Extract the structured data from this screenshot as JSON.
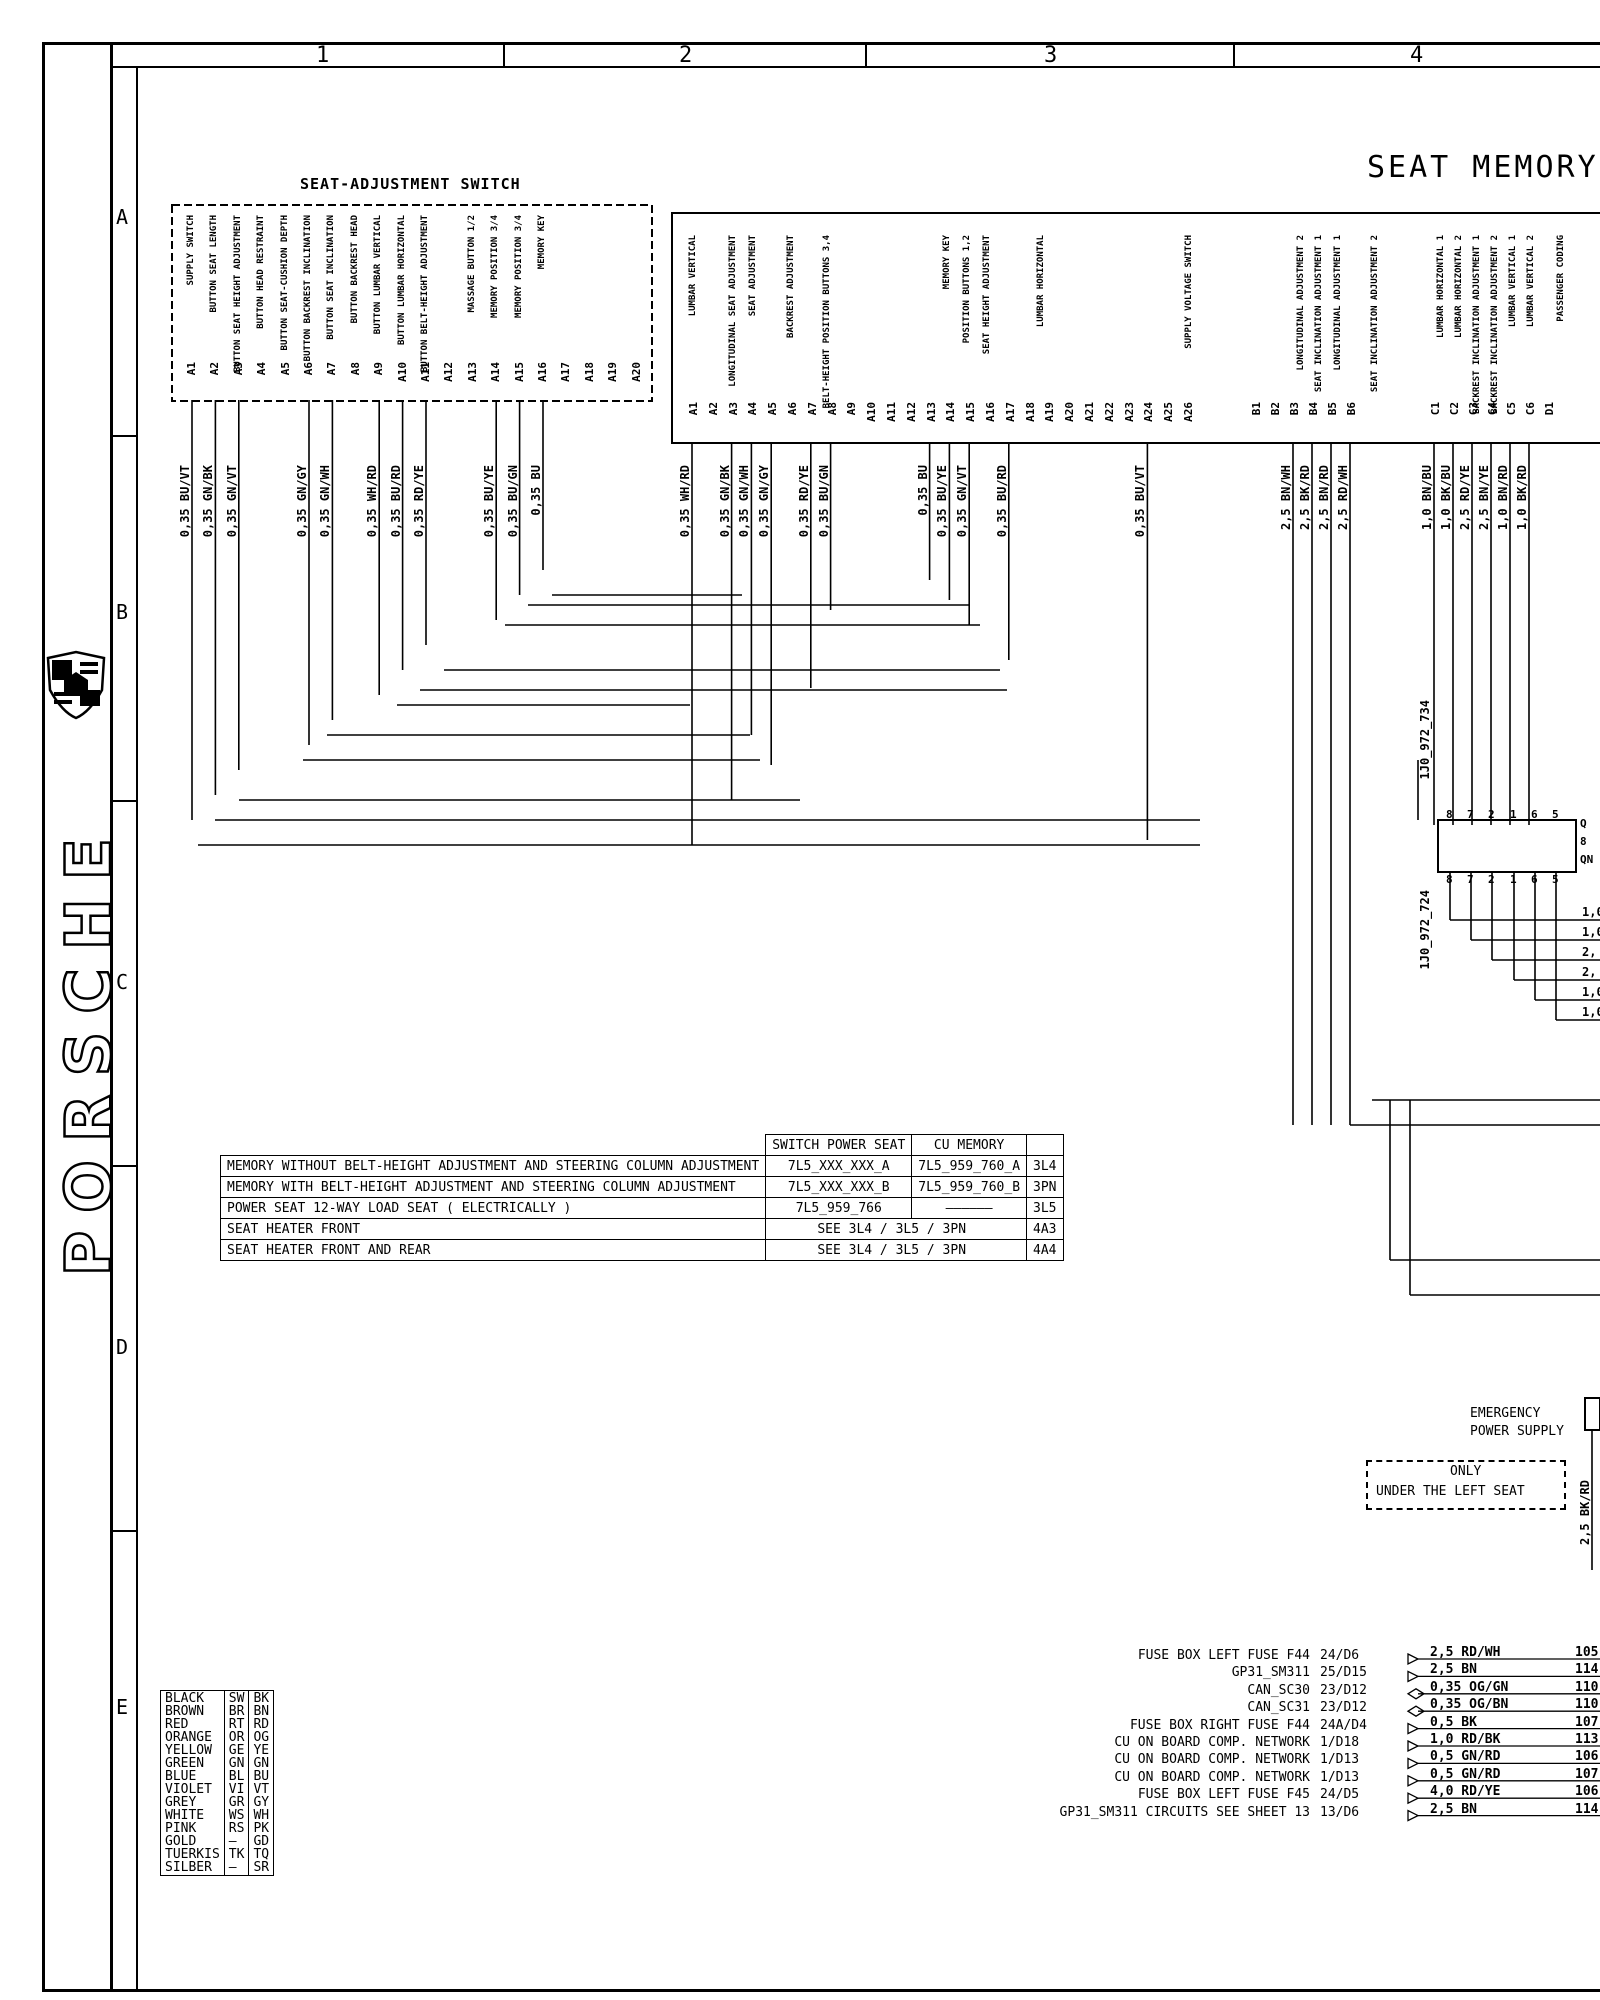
{
  "page": {
    "title": "SEAT MEMORY",
    "brand": "PORSCHE",
    "columns": [
      "1",
      "2",
      "3",
      "4"
    ],
    "rows": [
      "A",
      "B",
      "C",
      "D",
      "E"
    ]
  },
  "switch": {
    "title": "SEAT-ADJUSTMENT SWITCH",
    "pins": [
      "A1",
      "A2",
      "A3",
      "A4",
      "A5",
      "A6",
      "A7",
      "A8",
      "A9",
      "A10",
      "A11",
      "A12",
      "A13",
      "A14",
      "A15",
      "A16",
      "A17",
      "A18",
      "A19",
      "A20"
    ],
    "pin_labels": [
      "SUPPLY SWITCH",
      "BUTTON SEAT LENGTH",
      "BUTTON SEAT HEIGHT ADJUSTMENT",
      "BUTTON HEAD RESTRAINT",
      "BUTTON SEAT-CUSHION DEPTH",
      "BUTTON BACKREST INCLINATION",
      "BUTTON SEAT INCLINATION",
      "BUTTON BACKREST HEAD",
      "BUTTON LUMBAR VERTICAL",
      "BUTTON LUMBAR HORIZONTAL",
      "BUTTON BELT-HEIGHT ADJUSTMENT",
      "",
      "MASSAGE BUTTON 1/2",
      "MEMORY POSITION 3/4",
      "MEMORY POSITION 3/4",
      "MEMORY KEY",
      "",
      "",
      "",
      ""
    ],
    "wires": [
      "0,35 BU/VT",
      "0,35 GN/BK",
      "0,35 GN/VT",
      "0,35 GN/GY",
      "0,35 GN/WH",
      "0,35 WH/RD",
      "0,35 BU/RD",
      "0,35 RD/YE",
      "0,35 BU/YE",
      "0,35 BU/GN",
      "0,35 BU"
    ]
  },
  "cu": {
    "pins": [
      "A1",
      "A2",
      "A3",
      "A4",
      "A5",
      "A6",
      "A7",
      "A8",
      "A9",
      "A10",
      "A11",
      "A12",
      "A13",
      "A14",
      "A15",
      "A16",
      "A17",
      "A18",
      "A19",
      "A20",
      "A21",
      "A22",
      "A23",
      "A24",
      "A25",
      "A26",
      "B1",
      "B2",
      "B3",
      "B4",
      "B5",
      "B6",
      "C1",
      "C2",
      "C3",
      "C4",
      "C5",
      "C6",
      "D1"
    ],
    "labels": [
      "LUMBAR VERTICAL",
      "LONGITUDINAL SEAT ADJUSTMENT",
      "SEAT ADJUSTMENT",
      "BACKREST ADJUSTMENT",
      "BELT-HEIGHT POSITION BUTTONS 3,4",
      "MEMORY KEY",
      "POSITION BUTTONS 1,2",
      "SEAT HEIGHT ADJUSTMENT",
      "LUMBAR HORIZONTAL",
      "SUPPLY VOLTAGE SWITCH",
      "SEAT INCLINATION ADJUSTMENT 1",
      "LONGITUDINAL ADJUSTMENT 2",
      "LONGITUDINAL ADJUSTMENT 1",
      "SEAT INCLINATION ADJUSTMENT 2",
      "LUMBAR HORIZONTAL 1",
      "LUMBAR HORIZONTAL 2",
      "BACKREST INCLINATION ADJUSTMENT 1",
      "BACKREST INCLINATION ADJUSTMENT 2",
      "LUMBAR VERTICAL 1",
      "LUMBAR VERTICAL 2",
      "PASSENGER CODING"
    ],
    "wires_a": [
      "0,35 WH/RD",
      "0,35 GN/BK",
      "0,35 GN/WH",
      "0,35 GN/GY",
      "0,35 RD/YE",
      "0,35 BU/GN",
      "0,35 BU",
      "0,35 BU/YE",
      "0,35 GN/VT",
      "0,35 BU/RD",
      "0,35 BU/VT"
    ],
    "wires_b": [
      "2,5 BN/WH",
      "2,5 BK/RD",
      "2,5 BN/RD",
      "2,5 RD/WH"
    ],
    "wires_c": [
      "1,0 BN/BU",
      "1,0 BK/BU",
      "2,5 RD/YE",
      "2,5 BN/YE",
      "1,0 BN/RD",
      "1,0 BK/RD"
    ]
  },
  "connector": {
    "upper": "1J0_972_734",
    "lower": "1J0_972_724",
    "pins_top": [
      "8",
      "7",
      "2",
      "1",
      "6",
      "5"
    ],
    "pins_bottom": [
      "8",
      "7",
      "2",
      "1",
      "6",
      "5"
    ],
    "side": [
      "Q",
      "8",
      "QN"
    ],
    "out_wires": [
      "1,0",
      "1,0",
      "2,",
      "2,",
      "1,0",
      "1,0"
    ]
  },
  "variants": {
    "headers": [
      "SWITCH POWER SEAT",
      "CU MEMORY"
    ],
    "rows": [
      [
        "MEMORY WITHOUT BELT-HEIGHT ADJUSTMENT AND STEERING COLUMN ADJUSTMENT",
        "7L5_XXX_XXX_A",
        "7L5_959_760_A",
        "3L4"
      ],
      [
        "MEMORY WITH BELT-HEIGHT ADJUSTMENT AND STEERING COLUMN ADJUSTMENT",
        "7L5_XXX_XXX_B",
        "7L5_959_760_B",
        "3PN"
      ],
      [
        "POWER SEAT 12-WAY LOAD SEAT ( ELECTRICALLY )",
        "7L5_959_766",
        "——————",
        "3L5"
      ],
      [
        "SEAT HEATER FRONT",
        "SEE 3L4 / 3L5 / 3PN",
        "",
        "4A3"
      ],
      [
        "SEAT HEATER FRONT AND REAR",
        "SEE 3L4 / 3L5 / 3PN",
        "",
        "4A4"
      ]
    ]
  },
  "emergency": {
    "label1": "EMERGENCY",
    "label2": "POWER SUPPLY",
    "only1": "ONLY",
    "only2": "UNDER THE LEFT SEAT",
    "wire": "2,5 BK/RD"
  },
  "signals": [
    {
      "source": "FUSE BOX LEFT FUSE F44",
      "ref": "24/D6",
      "wire": "2,5 RD/WH",
      "num": "105"
    },
    {
      "source": "GP31_SM311",
      "ref": "25/D15",
      "wire": "2,5 BN",
      "num": "114"
    },
    {
      "source": "CAN_SC30",
      "ref": "23/D12",
      "wire": "0,35 OG/GN",
      "num": "110"
    },
    {
      "source": "CAN_SC31",
      "ref": "23/D12",
      "wire": "0,35 OG/BN",
      "num": "110"
    },
    {
      "source": "FUSE BOX RIGHT FUSE F44",
      "ref": "24A/D4",
      "wire": "0,5 BK",
      "num": "107"
    },
    {
      "source": "CU ON BOARD COMP. NETWORK",
      "ref": "1/D18",
      "wire": "1,0 RD/BK",
      "num": "113"
    },
    {
      "source": "CU ON BOARD COMP. NETWORK",
      "ref": "1/D13",
      "wire": "0,5 GN/RD",
      "num": "106"
    },
    {
      "source": "CU ON BOARD COMP. NETWORK",
      "ref": "1/D13",
      "wire": "0,5 GN/RD",
      "num": "107"
    },
    {
      "source": "FUSE BOX LEFT FUSE F45",
      "ref": "24/D5",
      "wire": "4,0 RD/YE",
      "num": "106"
    },
    {
      "source": "GP31_SM311 CIRCUITS SEE SHEET 13",
      "ref": "13/D6",
      "wire": "2,5 BN",
      "num": "114"
    }
  ],
  "color_key": {
    "names": [
      "BLACK",
      "BROWN",
      "RED",
      "ORANGE",
      "YELLOW",
      "GREEN",
      "BLUE",
      "VIOLET",
      "GREY",
      "WHITE",
      "PINK",
      "GOLD",
      "TUERKIS",
      "SILBER"
    ],
    "german": [
      "SW",
      "BR",
      "RT",
      "OR",
      "GE",
      "GN",
      "BL",
      "VI",
      "GR",
      "WS",
      "RS",
      "—",
      "TK",
      "—"
    ],
    "codes": [
      "BK",
      "BN",
      "RD",
      "OG",
      "YE",
      "GN",
      "BU",
      "VT",
      "GY",
      "WH",
      "PK",
      "GD",
      "TQ",
      "SR"
    ]
  }
}
